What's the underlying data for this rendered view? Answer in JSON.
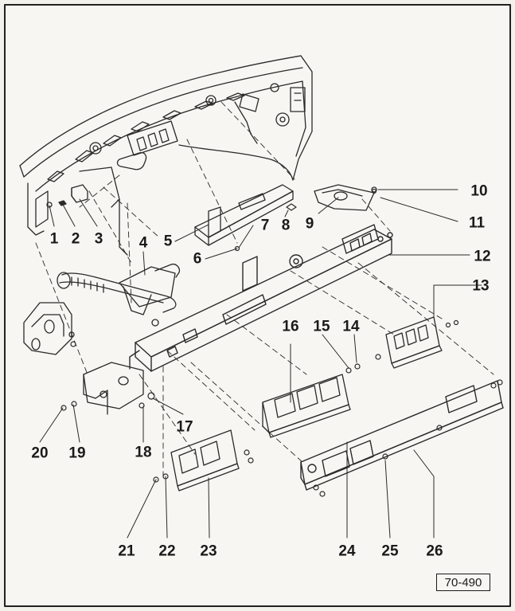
{
  "callouts": [
    "1",
    "2",
    "3",
    "4",
    "5",
    "6",
    "7",
    "8",
    "9",
    "10",
    "11",
    "12",
    "13",
    "14",
    "15",
    "16",
    "17",
    "18",
    "19",
    "20",
    "21",
    "22",
    "23",
    "24",
    "25",
    "26"
  ],
  "figure_ref": "70-490"
}
